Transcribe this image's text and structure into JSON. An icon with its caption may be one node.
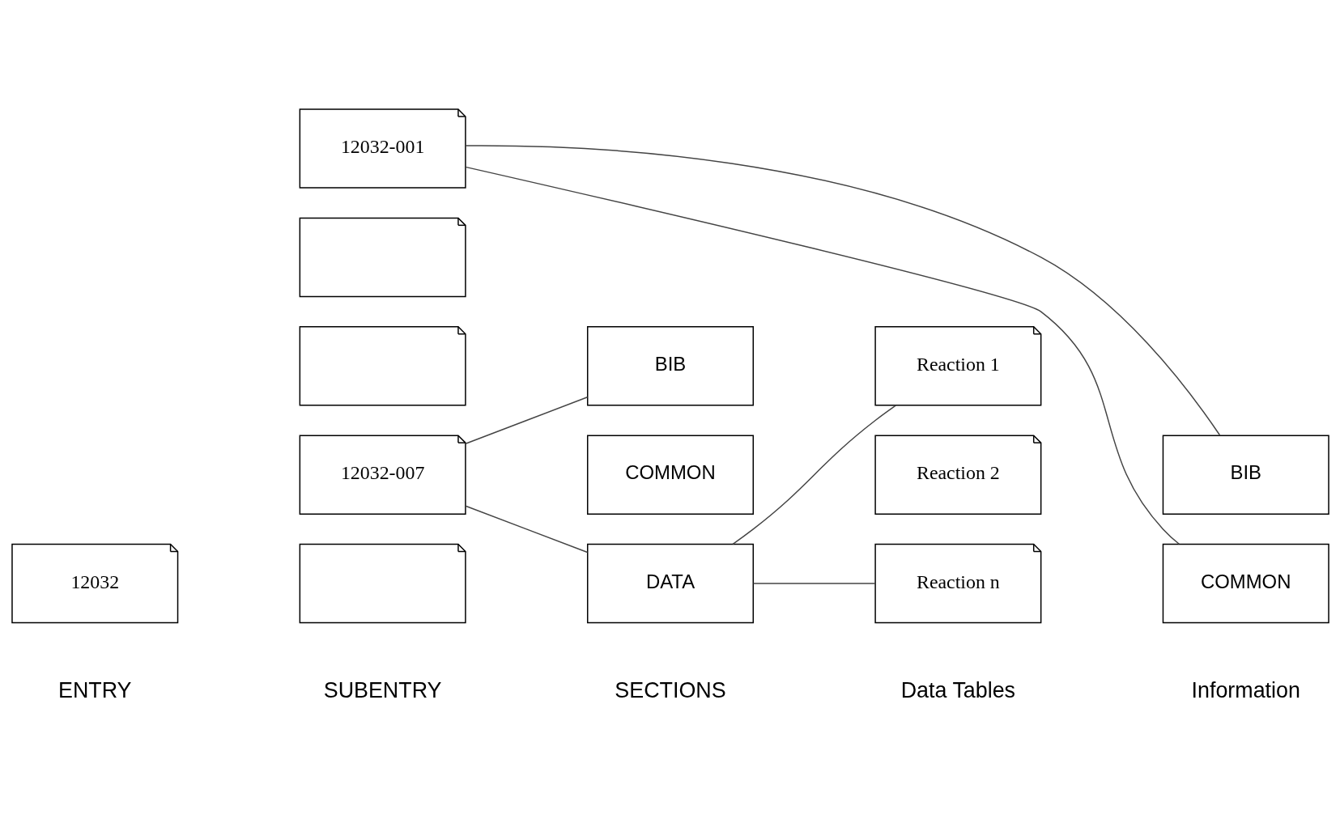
{
  "diagram": {
    "nodes": [
      {
        "text": [
          "12032"
        ]
      },
      {
        "text": [
          "12032-001"
        ]
      },
      {
        "text": [],
        "shape": "box"
      },
      {
        "text": [],
        "shape": "box"
      },
      {
        "text": [
          "12032-007"
        ]
      },
      {
        "text": [],
        "shape": "box"
      },
      {
        "text": [
          "BIB"
        ]
      },
      {
        "text": [
          "COMMON"
        ]
      },
      {
        "text": [
          "DATA"
        ]
      },
      {
        "text": [
          "Reaction 1"
        ]
      },
      {
        "text": [
          "Reaction 2"
        ]
      },
      {
        "text": [
          "Reaction n"
        ]
      },
      {
        "text": [
          "BIB"
        ]
      },
      {
        "text": [
          "COMMON"
        ]
      }
    ],
    "edges": [
      {
        "from": 1,
        "to": 12,
        "arrow": "none"
      },
      {
        "from": 1,
        "to": 13,
        "arrow": "none"
      },
      {
        "from": 4,
        "to": 6,
        "arrow": "none"
      },
      {
        "from": 4,
        "to": 8,
        "arrow": "none"
      },
      {
        "from": 8,
        "to": 9,
        "arrow": "none"
      },
      {
        "from": 8,
        "to": 11,
        "arrow": "none"
      }
    ],
    "labels": [
      "ENTRY",
      "SUBENTRY",
      "SECTIONS",
      "Data Tables",
      "Information"
    ]
  }
}
